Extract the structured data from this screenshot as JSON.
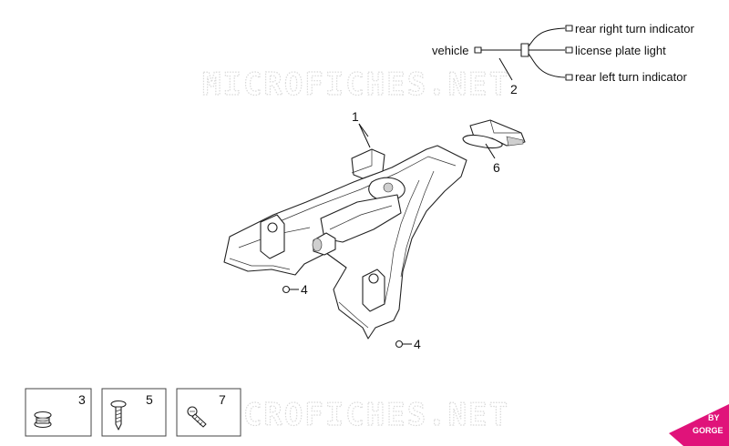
{
  "watermark": "MICROFICHES.NET",
  "wiring": {
    "vehicle_label": "vehicle",
    "outputs": [
      "rear right turn indicator",
      "license plate light",
      "rear left turn indicator"
    ],
    "part_number": "2"
  },
  "callouts": {
    "part1": "1",
    "part6": "6",
    "part4_upper": "4",
    "part4_lower": "4"
  },
  "legend_boxes": [
    {
      "number": "3",
      "icon": "grommet-icon"
    },
    {
      "number": "5",
      "icon": "screw-icon"
    },
    {
      "number": "7",
      "icon": "self-tapping-screw-icon"
    }
  ],
  "badge": {
    "line1": "BY",
    "line2": "GORGE",
    "color": "#e0137a"
  }
}
